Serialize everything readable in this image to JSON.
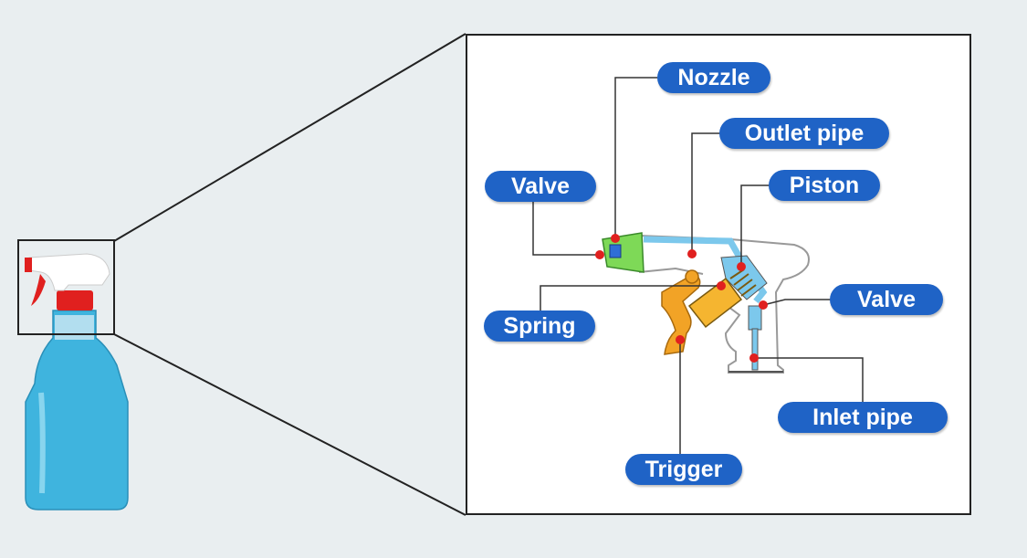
{
  "labels": {
    "nozzle": "Nozzle",
    "outlet_pipe": "Outlet pipe",
    "valve_left": "Valve",
    "piston": "Piston",
    "valve_right": "Valve",
    "spring": "Spring",
    "inlet_pipe": "Inlet pipe",
    "trigger": "Trigger"
  },
  "colors": {
    "background": "#e9eef0",
    "label_fill": "#1f63c6",
    "label_text": "#ffffff",
    "marker": "#e0201f",
    "bottle_liquid": "#3fb4de",
    "nozzle_head": "#ffffff",
    "nozzle_tip": "#e0201f",
    "nozzle_part": "#7ed957",
    "pipe": "#7cc8ec",
    "trigger_part": "#f2a326",
    "spring_part": "#f5b530"
  }
}
